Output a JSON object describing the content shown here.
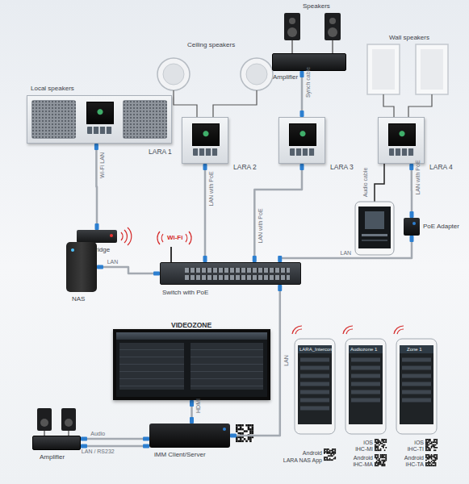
{
  "diagram": {
    "nodes": [
      {
        "text": [
          "Amplifier"
        ]
      },
      {
        "text": [
          "LARA 1"
        ]
      },
      {
        "text": [
          "LARA 2"
        ]
      },
      {
        "text": [
          "LARA 3"
        ]
      },
      {
        "text": [
          "LARA 4"
        ]
      },
      {
        "text": [
          "PoE Adapter"
        ]
      },
      {
        "text": [
          "Wi-Fi bridge"
        ]
      },
      {
        "text": [
          "NAS"
        ]
      },
      {
        "text": [
          "Switch with PoE"
        ]
      },
      {
        "text": [
          "VIDEOZONE"
        ]
      },
      {
        "text": [
          "Amplifier"
        ]
      },
      {
        "text": [
          "iMM Client/Server"
        ]
      }
    ],
    "edges": [
      {
        "from": 1,
        "to": 6,
        "arrow": "none",
        "label": "Wi-Fi LAN"
      },
      {
        "from": 2,
        "to": 8,
        "arrow": "none",
        "label": "LAN with PoE"
      },
      {
        "from": 0,
        "to": 3,
        "arrow": "none",
        "label": "Synch cable"
      },
      {
        "from": 3,
        "to": 8,
        "arrow": "none",
        "label": "LAN with PoE"
      },
      {
        "from": 4,
        "to": 5,
        "arrow": "none",
        "label": "LAN with PoE"
      },
      {
        "from": 5,
        "to": 8,
        "arrow": "none",
        "label": "LAN"
      },
      {
        "from": 7,
        "to": 8,
        "arrow": "none",
        "label": "LAN"
      },
      {
        "from": 8,
        "to": 11,
        "arrow": "none",
        "label": "LAN"
      },
      {
        "from": 9,
        "to": 11,
        "arrow": "none",
        "label": "HDMI"
      },
      {
        "from": 10,
        "to": 11,
        "arrow": "none",
        "label": "Audio"
      },
      {
        "from": 10,
        "to": 11,
        "arrow": "none",
        "label": "LAN / RS232"
      }
    ],
    "labels": [
      "Local speakers",
      "Ceiling speakers",
      "Speakers",
      "Wall speakers",
      "Audio cable",
      "Wi-Fi",
      "LARA_Intercom",
      "Audiozone 1",
      "Zone 1",
      "Android",
      "LARA NAS App",
      "iOS",
      "iHC-MI",
      "Android",
      "iHC-MA",
      "iOS",
      "iHC-TI",
      "Android",
      "iHC-TA"
    ]
  }
}
